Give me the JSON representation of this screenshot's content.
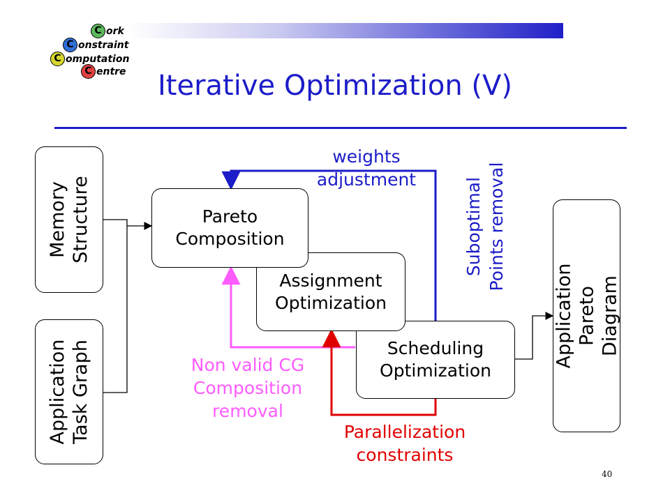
{
  "header": {
    "logo": [
      {
        "initial": "C",
        "text": "ork",
        "color": "#5cb85c"
      },
      {
        "initial": "C",
        "text": "onstraint",
        "color": "#2f6fd6"
      },
      {
        "initial": "C",
        "text": "omputation",
        "color": "#d6d62f"
      },
      {
        "initial": "C",
        "text": "entre",
        "color": "#e04040"
      }
    ],
    "title": "Iterative Optimization (V)"
  },
  "diagram": {
    "memory_structure": "Memory\nStructure",
    "task_graph": "Application\nTask Graph",
    "pareto_composition": "Pareto\nComposition",
    "assignment_optimization": "Assignment\nOptimization",
    "scheduling_optimization": "Scheduling\nOptimization",
    "pareto_diagram": "Application\nPareto Diagram",
    "weights_adjustment": "weights\nadjustment",
    "suboptimal_removal": "Suboptimal\nPoints removal",
    "non_valid_cg": "Non valid CG\nComposition\nremoval",
    "parallelization_constraints": "Parallelization\nconstraints"
  },
  "colors": {
    "title": "#1c1cc8",
    "weights_feedback": "#1c1cc8",
    "non_valid_feedback": "#ff5cff",
    "parallel_feedback": "#e00000"
  },
  "footer": {
    "page_number": "40"
  }
}
